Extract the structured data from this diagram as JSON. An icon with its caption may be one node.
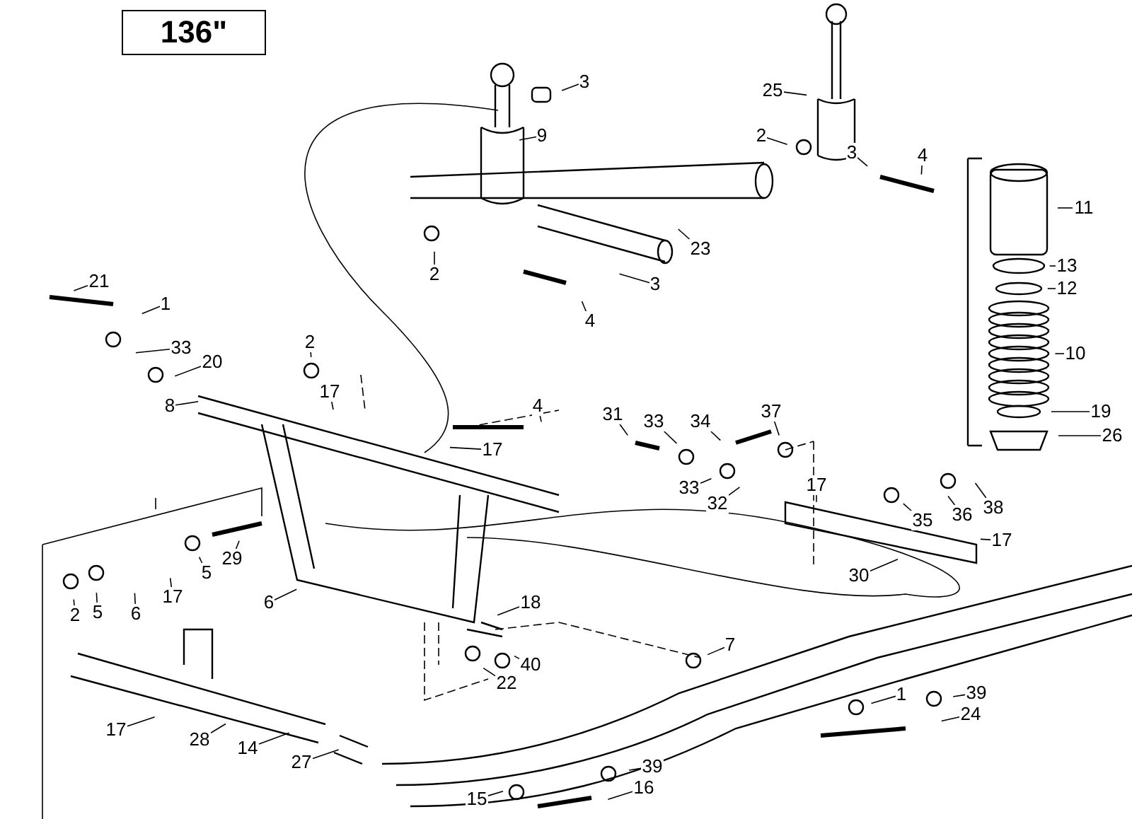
{
  "diagram": {
    "title": "136\"",
    "nodes": [
      {
        "text": [
          "3"
        ]
      },
      {
        "text": [
          "9"
        ]
      },
      {
        "text": [
          "25"
        ]
      },
      {
        "text": [
          "2"
        ]
      },
      {
        "text": [
          "3"
        ]
      },
      {
        "text": [
          "4"
        ]
      },
      {
        "text": [
          "11"
        ]
      },
      {
        "text": [
          "13"
        ]
      },
      {
        "text": [
          "12"
        ]
      },
      {
        "text": [
          "10"
        ]
      },
      {
        "text": [
          "19"
        ]
      },
      {
        "text": [
          "26"
        ]
      },
      {
        "text": [
          "2"
        ]
      },
      {
        "text": [
          "3"
        ]
      },
      {
        "text": [
          "23"
        ]
      },
      {
        "text": [
          "4"
        ]
      },
      {
        "text": [
          "21"
        ]
      },
      {
        "text": [
          "1"
        ]
      },
      {
        "text": [
          "2"
        ]
      },
      {
        "text": [
          "33"
        ]
      },
      {
        "text": [
          "20"
        ]
      },
      {
        "text": [
          "8"
        ]
      },
      {
        "text": [
          "17"
        ]
      },
      {
        "text": [
          "4"
        ]
      },
      {
        "text": [
          "17"
        ]
      },
      {
        "text": [
          "31"
        ]
      },
      {
        "text": [
          "33"
        ]
      },
      {
        "text": [
          "34"
        ]
      },
      {
        "text": [
          "37"
        ]
      },
      {
        "text": [
          "33"
        ]
      },
      {
        "text": [
          "32"
        ]
      },
      {
        "text": [
          "17"
        ]
      },
      {
        "text": [
          "35"
        ]
      },
      {
        "text": [
          "36"
        ]
      },
      {
        "text": [
          "38"
        ]
      },
      {
        "text": [
          "17"
        ]
      },
      {
        "text": [
          "30"
        ]
      },
      {
        "text": [
          "29"
        ]
      },
      {
        "text": [
          "5"
        ]
      },
      {
        "text": [
          "17"
        ]
      },
      {
        "text": [
          "2"
        ]
      },
      {
        "text": [
          "5"
        ]
      },
      {
        "text": [
          "6"
        ]
      },
      {
        "text": [
          "6"
        ]
      },
      {
        "text": [
          "18"
        ]
      },
      {
        "text": [
          "7"
        ]
      },
      {
        "text": [
          "40"
        ]
      },
      {
        "text": [
          "22"
        ]
      },
      {
        "text": [
          "17"
        ]
      },
      {
        "text": [
          "28"
        ]
      },
      {
        "text": [
          "14"
        ]
      },
      {
        "text": [
          "27"
        ]
      },
      {
        "text": [
          "1"
        ]
      },
      {
        "text": [
          "39"
        ]
      },
      {
        "text": [
          "24"
        ]
      },
      {
        "text": [
          "39"
        ]
      },
      {
        "text": [
          "16"
        ]
      },
      {
        "text": [
          "15"
        ]
      }
    ],
    "edges": [
      {
        "from": 0,
        "to": null,
        "arrow": "none"
      },
      {
        "from": 1,
        "to": null,
        "arrow": "none"
      },
      {
        "from": 2,
        "to": null,
        "arrow": "none"
      },
      {
        "from": 3,
        "to": null,
        "arrow": "none"
      },
      {
        "from": 4,
        "to": null,
        "arrow": "none"
      },
      {
        "from": 5,
        "to": null,
        "arrow": "none"
      },
      {
        "from": 6,
        "to": null,
        "arrow": "none"
      },
      {
        "from": 7,
        "to": null,
        "arrow": "none"
      },
      {
        "from": 8,
        "to": null,
        "arrow": "none"
      },
      {
        "from": 9,
        "to": null,
        "arrow": "none"
      },
      {
        "from": 10,
        "to": null,
        "arrow": "none"
      },
      {
        "from": 11,
        "to": null,
        "arrow": "none"
      },
      {
        "from": 12,
        "to": null,
        "arrow": "none"
      },
      {
        "from": 13,
        "to": null,
        "arrow": "none"
      },
      {
        "from": 14,
        "to": null,
        "arrow": "none"
      },
      {
        "from": 15,
        "to": null,
        "arrow": "none"
      },
      {
        "from": 16,
        "to": null,
        "arrow": "none"
      },
      {
        "from": 17,
        "to": null,
        "arrow": "none"
      },
      {
        "from": 18,
        "to": null,
        "arrow": "none"
      },
      {
        "from": 19,
        "to": null,
        "arrow": "none"
      },
      {
        "from": 20,
        "to": null,
        "arrow": "none"
      },
      {
        "from": 21,
        "to": null,
        "arrow": "none"
      },
      {
        "from": 22,
        "to": null,
        "arrow": "none"
      },
      {
        "from": 23,
        "to": null,
        "arrow": "none"
      },
      {
        "from": 24,
        "to": null,
        "arrow": "none"
      },
      {
        "from": 25,
        "to": null,
        "arrow": "none"
      },
      {
        "from": 26,
        "to": null,
        "arrow": "none"
      },
      {
        "from": 27,
        "to": null,
        "arrow": "none"
      },
      {
        "from": 28,
        "to": null,
        "arrow": "none"
      },
      {
        "from": 29,
        "to": null,
        "arrow": "none"
      },
      {
        "from": 30,
        "to": null,
        "arrow": "none"
      },
      {
        "from": 31,
        "to": null,
        "arrow": "none"
      },
      {
        "from": 32,
        "to": null,
        "arrow": "none"
      },
      {
        "from": 33,
        "to": null,
        "arrow": "none"
      },
      {
        "from": 34,
        "to": null,
        "arrow": "none"
      },
      {
        "from": 35,
        "to": null,
        "arrow": "none"
      },
      {
        "from": 36,
        "to": null,
        "arrow": "none"
      },
      {
        "from": 37,
        "to": null,
        "arrow": "none"
      },
      {
        "from": 38,
        "to": null,
        "arrow": "none"
      },
      {
        "from": 39,
        "to": null,
        "arrow": "none"
      },
      {
        "from": 40,
        "to": null,
        "arrow": "none"
      },
      {
        "from": 41,
        "to": null,
        "arrow": "none"
      },
      {
        "from": 42,
        "to": null,
        "arrow": "none"
      },
      {
        "from": 43,
        "to": null,
        "arrow": "none"
      },
      {
        "from": 44,
        "to": null,
        "arrow": "none"
      },
      {
        "from": 45,
        "to": null,
        "arrow": "none"
      },
      {
        "from": 46,
        "to": null,
        "arrow": "none"
      },
      {
        "from": 47,
        "to": null,
        "arrow": "none"
      },
      {
        "from": 48,
        "to": null,
        "arrow": "none"
      },
      {
        "from": 49,
        "to": null,
        "arrow": "none"
      },
      {
        "from": 50,
        "to": null,
        "arrow": "none"
      },
      {
        "from": 51,
        "to": null,
        "arrow": "none"
      },
      {
        "from": 52,
        "to": null,
        "arrow": "none"
      },
      {
        "from": 53,
        "to": null,
        "arrow": "none"
      },
      {
        "from": 54,
        "to": null,
        "arrow": "none"
      },
      {
        "from": 55,
        "to": null,
        "arrow": "none"
      },
      {
        "from": 56,
        "to": null,
        "arrow": "none"
      },
      {
        "from": 57,
        "to": null,
        "arrow": "none"
      }
    ]
  }
}
